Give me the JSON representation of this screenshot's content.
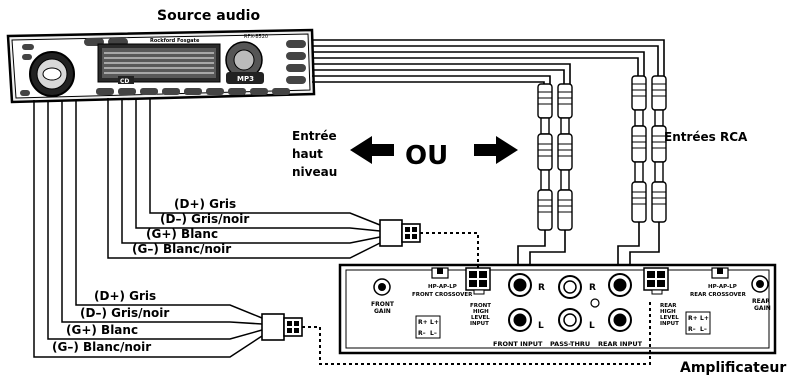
{
  "titles": {
    "source": "Source audio",
    "amplifier": "Amplificateur",
    "rca_inputs": "Entrées RCA"
  },
  "high_level": {
    "line1": "Entrée",
    "line2": "haut",
    "line3": "niveau",
    "or": "OU"
  },
  "harness_front": {
    "d_plus": "(D+) Gris",
    "d_minus": "(D–) Gris/noir",
    "g_plus": "(G+) Blanc",
    "g_minus": "(G–) Blanc/noir"
  },
  "harness_rear": {
    "d_plus": "(D+) Gris",
    "d_minus": "(D–) Gris/noir",
    "g_plus": "(G+) Blanc",
    "g_minus": "(G–) Blanc/noir"
  },
  "head_unit": {
    "brand": "Rockford Fosgate",
    "model": "RFX-8520",
    "badge": "MP3",
    "tag": "CD"
  },
  "amp": {
    "front_gain": [
      "FRONT",
      "GAIN"
    ],
    "rear_gain": [
      "REAR",
      "GAIN"
    ],
    "front_crossover": [
      "HP-AP-LP",
      "FRONT CROSSOVER"
    ],
    "rear_crossover": [
      "HP-AP-LP",
      "REAR CROSSOVER"
    ],
    "front_high_level": [
      "FRONT",
      "HIGH",
      "LEVEL",
      "INPUT"
    ],
    "rear_high_level": [
      "REAR",
      "HIGH",
      "LEVEL",
      "INPUT"
    ],
    "front_input": "FRONT INPUT",
    "pass_thru": "PASS-THRU",
    "rear_input": "REAR INPUT",
    "r": "R",
    "l": "L",
    "term_r_plus": "R+",
    "term_r_minus": "R–",
    "term_l_plus": "L+",
    "term_l_minus": "L–"
  }
}
